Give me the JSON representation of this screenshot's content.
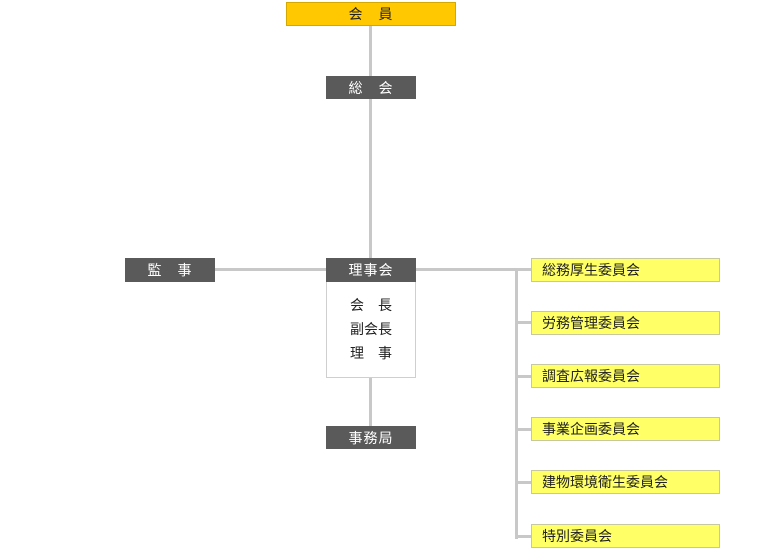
{
  "top": {
    "label": "会　員"
  },
  "general_meeting": {
    "label": "総　会"
  },
  "auditor": {
    "label": "監　事"
  },
  "board": {
    "label": "理事会",
    "officers": [
      "会　長",
      "副会長",
      "理　事"
    ]
  },
  "secretariat": {
    "label": "事務局"
  },
  "committees": [
    "総務厚生委員会",
    "労務管理委員会",
    "調査広報委員会",
    "事業企画委員会",
    "建物環境衛生委員会",
    "特別委員会"
  ],
  "colors": {
    "dark_box": "#5a5a5a",
    "gold_box": "#ffc800",
    "committee_box": "#ffff66",
    "connector": "#c8c8c8"
  }
}
